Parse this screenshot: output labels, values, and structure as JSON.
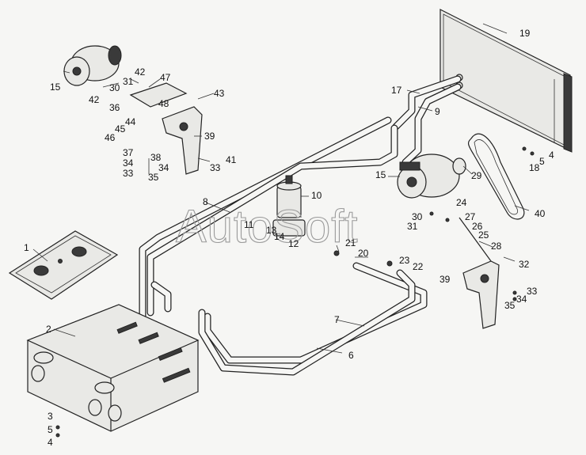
{
  "watermark": "AutoSoft",
  "callouts": [
    {
      "id": "c1",
      "text": "1"
    },
    {
      "id": "c2",
      "text": "2"
    },
    {
      "id": "c3",
      "text": "3"
    },
    {
      "id": "c4a",
      "text": "4"
    },
    {
      "id": "c5a",
      "text": "5"
    },
    {
      "id": "c4b",
      "text": "4"
    },
    {
      "id": "c5b",
      "text": "5"
    },
    {
      "id": "c6",
      "text": "6"
    },
    {
      "id": "c7",
      "text": "7"
    },
    {
      "id": "c8",
      "text": "8"
    },
    {
      "id": "c9",
      "text": "9"
    },
    {
      "id": "c10",
      "text": "10"
    },
    {
      "id": "c11",
      "text": "11"
    },
    {
      "id": "c12",
      "text": "12"
    },
    {
      "id": "c13",
      "text": "13"
    },
    {
      "id": "c14",
      "text": "14"
    },
    {
      "id": "c15a",
      "text": "15"
    },
    {
      "id": "c15b",
      "text": "15"
    },
    {
      "id": "c17",
      "text": "17"
    },
    {
      "id": "c18",
      "text": "18"
    },
    {
      "id": "c19",
      "text": "19"
    },
    {
      "id": "c20",
      "text": "20"
    },
    {
      "id": "c21",
      "text": "21"
    },
    {
      "id": "c22",
      "text": "22"
    },
    {
      "id": "c23",
      "text": "23"
    },
    {
      "id": "c24",
      "text": "24"
    },
    {
      "id": "c25",
      "text": "25"
    },
    {
      "id": "c26",
      "text": "26"
    },
    {
      "id": "c27",
      "text": "27"
    },
    {
      "id": "c28",
      "text": "28"
    },
    {
      "id": "c29",
      "text": "29"
    },
    {
      "id": "c30a",
      "text": "30"
    },
    {
      "id": "c30b",
      "text": "30"
    },
    {
      "id": "c31a",
      "text": "31"
    },
    {
      "id": "c31b",
      "text": "31"
    },
    {
      "id": "c32",
      "text": "32"
    },
    {
      "id": "c33a",
      "text": "33"
    },
    {
      "id": "c33b",
      "text": "33"
    },
    {
      "id": "c33c",
      "text": "33"
    },
    {
      "id": "c34a",
      "text": "34"
    },
    {
      "id": "c34b",
      "text": "34"
    },
    {
      "id": "c34c",
      "text": "34"
    },
    {
      "id": "c35a",
      "text": "35"
    },
    {
      "id": "c35b",
      "text": "35"
    },
    {
      "id": "c36",
      "text": "36"
    },
    {
      "id": "c37",
      "text": "37"
    },
    {
      "id": "c38",
      "text": "38"
    },
    {
      "id": "c39a",
      "text": "39"
    },
    {
      "id": "c39b",
      "text": "39"
    },
    {
      "id": "c40",
      "text": "40"
    },
    {
      "id": "c41",
      "text": "41"
    },
    {
      "id": "c42a",
      "text": "42"
    },
    {
      "id": "c42b",
      "text": "42"
    },
    {
      "id": "c43",
      "text": "43"
    },
    {
      "id": "c44",
      "text": "44"
    },
    {
      "id": "c45",
      "text": "45"
    },
    {
      "id": "c46",
      "text": "46"
    },
    {
      "id": "c47",
      "text": "47"
    },
    {
      "id": "c48",
      "text": "48"
    }
  ]
}
